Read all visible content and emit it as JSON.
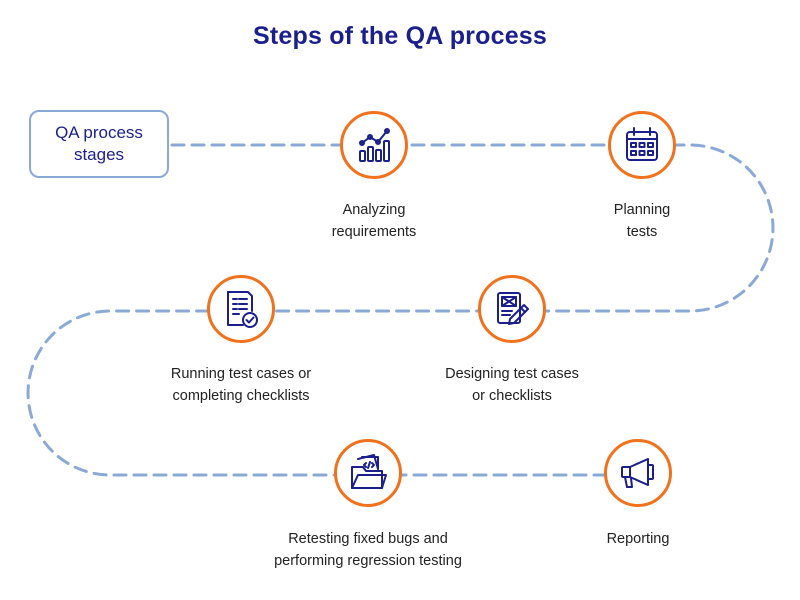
{
  "title": "Steps of the QA process",
  "start_label": "QA process\nstages",
  "steps": [
    {
      "label": "Analyzing\nrequirements",
      "icon": "bar-chart-icon"
    },
    {
      "label": "Planning\ntests",
      "icon": "calendar-icon"
    },
    {
      "label": "Designing test cases\nor checklists",
      "icon": "document-pencil-icon"
    },
    {
      "label": "Running test cases or\ncompleting checklists",
      "icon": "checklist-icon"
    },
    {
      "label": "Retesting fixed bugs and\nperforming regression testing",
      "icon": "folder-code-icon"
    },
    {
      "label": "Reporting",
      "icon": "megaphone-icon"
    }
  ],
  "colors": {
    "title": "#1a1f8c",
    "icon_stroke": "#1a1f8c",
    "circle_border": "#f2711c",
    "path_dash": "#8aa9d6"
  }
}
